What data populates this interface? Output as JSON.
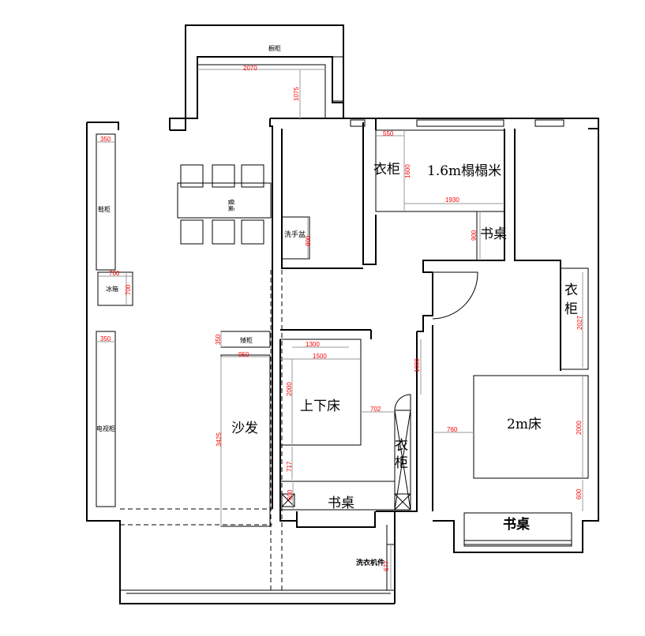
{
  "labels": {
    "cupboard": "橱柜",
    "shoe_cabinet": "鞋柜",
    "dining_table": "餐桌",
    "wash_basin": "洗手盆",
    "fridge": "冰箱",
    "low_cabinet": "矮柜",
    "tv_cabinet": "电视柜",
    "sofa": "沙发",
    "bunk_bed": "上下床",
    "kids_desk": "书桌",
    "wardrobe_char1": "衣",
    "wardrobe_char2": "柜",
    "tatami_wardrobe": "衣柜",
    "tatami": "1.6m榻榻米",
    "tatami_desk": "书桌",
    "master_wardrobe_char1": "衣",
    "master_wardrobe_char2": "柜",
    "double_bed": "2m床",
    "master_desk": "书桌",
    "washer": "洗衣机件"
  },
  "dimensions": {
    "kitchen_width": "2070",
    "kitchen_depth": "1075",
    "shoe_cabinet": "350",
    "fridge_w": "700",
    "fridge_h": "700",
    "tv_cabinet": "350",
    "low_cabinet_depth": "350",
    "sofa_width": "950",
    "sofa_length": "3425",
    "bunk_top": "1300",
    "bunk_width": "1500",
    "bunk_length": "2000",
    "kids_clearance": "717",
    "kids_desk_depth": "600",
    "bunk_gap": "702",
    "corridor": "1000",
    "bed_side": "760",
    "bed_length": "2000",
    "bed_to_wall": "600",
    "master_wardrobe": "2027",
    "tatami_wardrobe_w": "550",
    "tatami_wardrobe_h": "1600",
    "tatami_length": "1930",
    "tatami_desk": "900",
    "wash_basin": "800",
    "washer": "677"
  }
}
